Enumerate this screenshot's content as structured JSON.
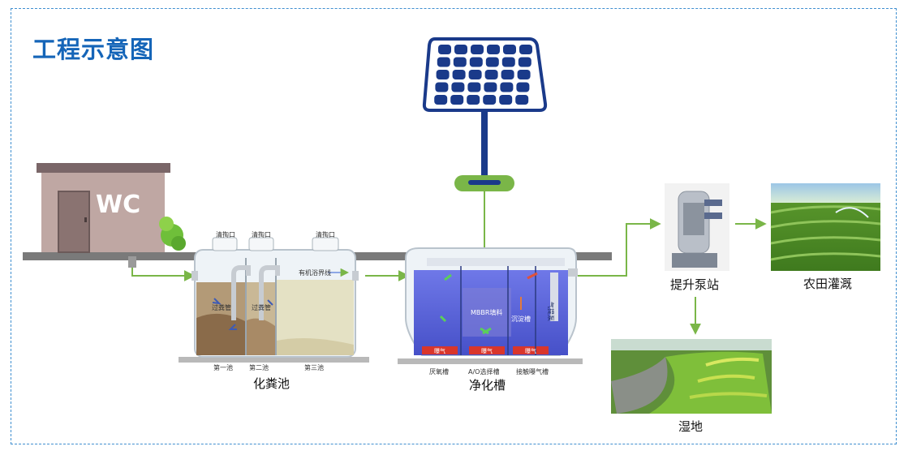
{
  "title": "工程示意图",
  "wc": {
    "sign": "WC"
  },
  "septic_tank": {
    "caption": "化粪池",
    "cleanouts": [
      "清掏口",
      "清掏口",
      "清掏口"
    ],
    "pipe_labels": [
      "过粪管",
      "过粪管"
    ],
    "scum_line": "有机浴界线",
    "chambers": [
      "第一池",
      "第二池",
      "第三池"
    ]
  },
  "purifier": {
    "caption": "净化槽",
    "media": "MBBR填料",
    "settling": "沉淀槽",
    "airlift": "气提泵",
    "zones": [
      "厌氧槽",
      "A/O选择槽",
      "接触曝气槽"
    ],
    "aerators": [
      "曝气",
      "曝气",
      "曝气"
    ]
  },
  "pump_station": {
    "caption": "提升泵站"
  },
  "irrigation": {
    "caption": "农田灌溉"
  },
  "wetland": {
    "caption": "湿地"
  },
  "colors": {
    "accent": "#1565b8",
    "flow_arrow": "#7ab648",
    "solar": "#1a3a8a",
    "ground": "#777777"
  }
}
